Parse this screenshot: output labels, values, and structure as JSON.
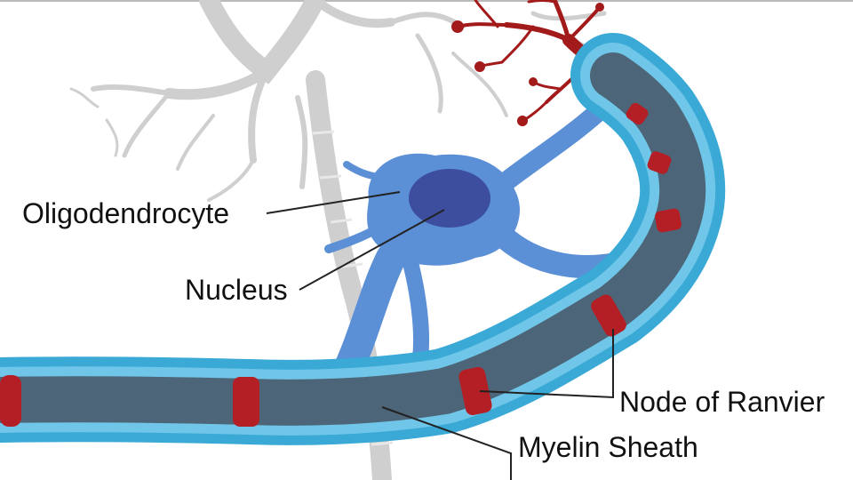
{
  "labels": {
    "oligodendrocyte": "Oligodendrocyte",
    "nucleus": "Nucleus",
    "node_of_ranvier": "Node of Ranvier",
    "myelin_sheath": "Myelin Sheath"
  },
  "colors": {
    "background": "#ffffff",
    "neuron_gray": "#cccccc",
    "axon": "#4d6578",
    "myelin_outer": "#3aa9d6",
    "myelin_inner": "#6fc6e8",
    "oligodendrocyte": "#5b8fd6",
    "nucleus": "#3d4e9e",
    "node": "#b41f26",
    "terminal": "#a31a1a",
    "leader_line": "#222222"
  }
}
